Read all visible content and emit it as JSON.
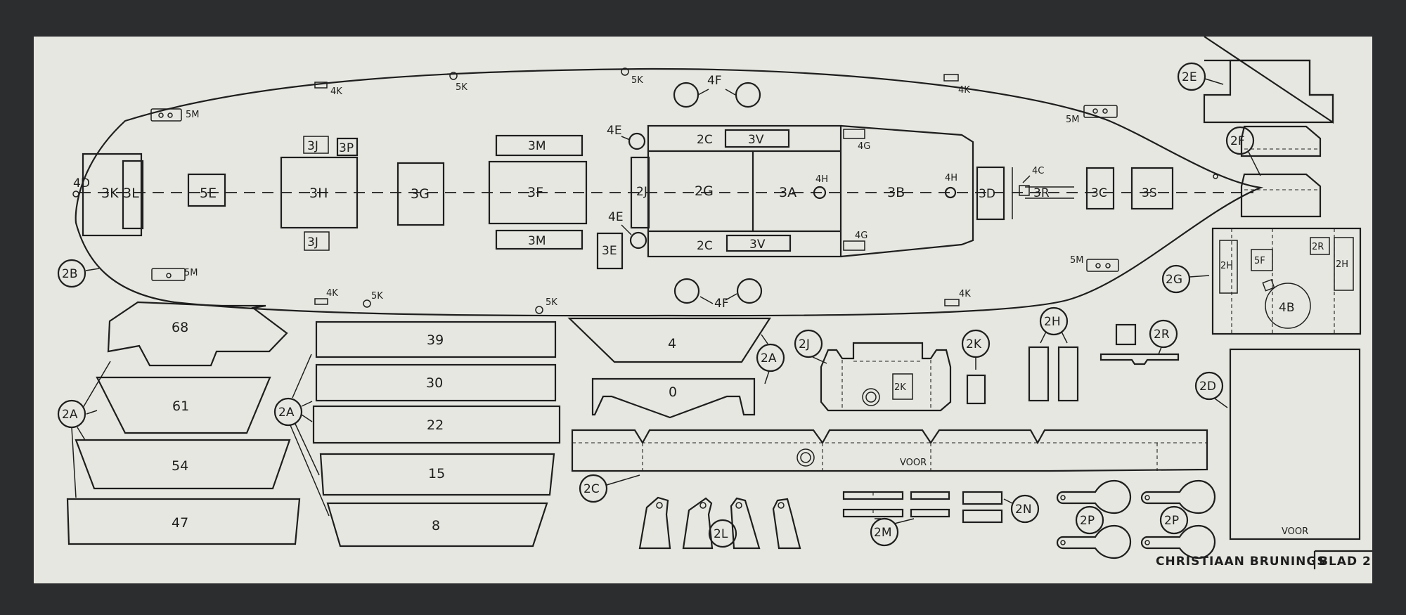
{
  "hull_labels": [
    "4D",
    "3K",
    "3L",
    "5E",
    "3H",
    "3J",
    "3P",
    "3J",
    "3G",
    "3M",
    "3F",
    "3M",
    "4E",
    "2J",
    "4E",
    "3E",
    "2C",
    "3V",
    "2G",
    "3A",
    "4H",
    "3B",
    "4H",
    "3D",
    "4C",
    "3R",
    "3C",
    "3S",
    "2C",
    "3V",
    "4G",
    "4G"
  ],
  "rim_labels": [
    "4K",
    "5K",
    "5K",
    "4K",
    "4F",
    "4F",
    "5M",
    "5M",
    "5M",
    "5M",
    "4K",
    "5K",
    "5K",
    "4K"
  ],
  "callouts": [
    "2E",
    "2F",
    "2G",
    "2B",
    "2A",
    "2A",
    "2A",
    "2J",
    "2K",
    "2H",
    "2R",
    "2D",
    "2C",
    "2L",
    "2M",
    "2N",
    "2P",
    "2P"
  ],
  "part_numbers": [
    "68",
    "61",
    "54",
    "47",
    "39",
    "30",
    "22",
    "15",
    "8",
    "4",
    "0"
  ],
  "part_labels": [
    "2H",
    "5F",
    "2R",
    "2H",
    "4B",
    "2K",
    "VOOR",
    "VOOR"
  ],
  "footer": {
    "title": "CHRISTIAAN BRUNINGS",
    "sheet": "BLAD 2"
  }
}
